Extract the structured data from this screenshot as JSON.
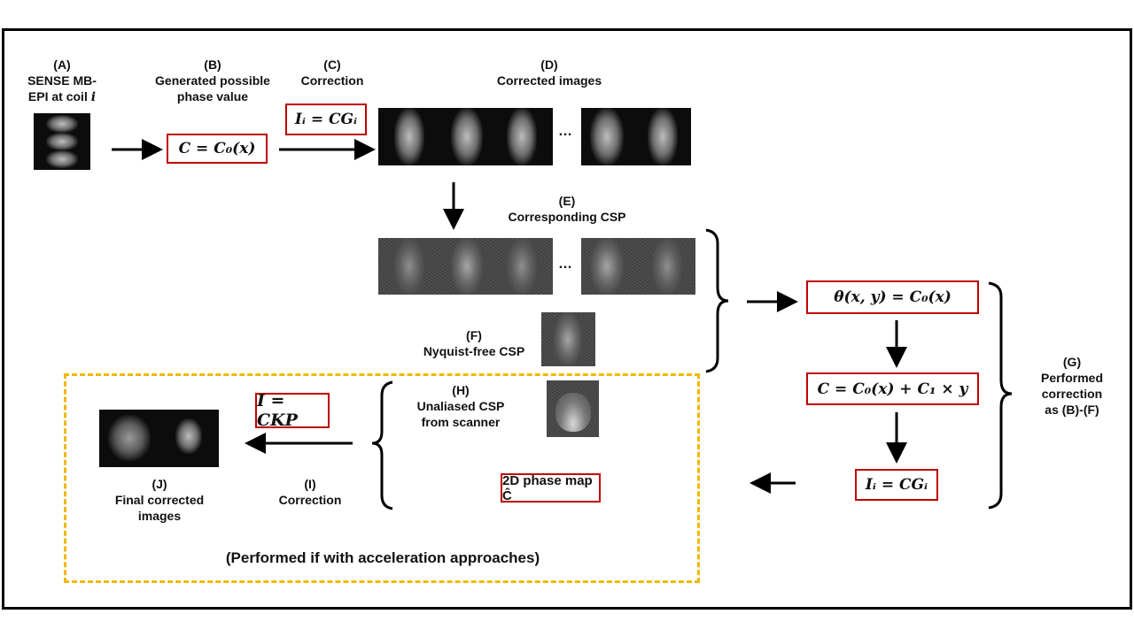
{
  "labels": {
    "A": {
      "tag": "(A)",
      "line1": "SENSE MB-",
      "line2": "EPI at coil ",
      "var": "i"
    },
    "B": {
      "tag": "(B)",
      "line1": "Generated possible",
      "line2": "phase value"
    },
    "C": {
      "tag": "(C)",
      "line1": "Correction"
    },
    "D": {
      "tag": "(D)",
      "line1": "Corrected images"
    },
    "E": {
      "tag": "(E)",
      "line1": "Corresponding CSP"
    },
    "F": {
      "tag": "(F)",
      "line1": "Nyquist-free CSP"
    },
    "G": {
      "tag": "(G)",
      "line1": "Performed",
      "line2": "correction",
      "line3": "as (B)-(F)"
    },
    "H": {
      "tag": "(H)",
      "line1": "Unaliased CSP",
      "line2": "from scanner"
    },
    "I": {
      "tag": "(I)",
      "line1": "Correction"
    },
    "J": {
      "tag": "(J)",
      "line1": "Final corrected",
      "line2": "images"
    }
  },
  "equations": {
    "b_phase": "C = C₀(x)",
    "c_correction": "Iᵢ = CGᵢ",
    "theta": "θ(x, y) = C₀(x)",
    "linear": "C = C₀(x) + C₁ × y",
    "g_correction": "Iᵢ = CGᵢ",
    "i_correction": "I = CKP",
    "phase_map": "2D phase map Ĉ"
  },
  "ellipsis": "…",
  "dashed_region": {
    "caption": "(Performed if with acceleration approaches)"
  },
  "colors": {
    "box_border": "#c00000",
    "dashed_border": "#f2b705",
    "frame": "#000000"
  }
}
